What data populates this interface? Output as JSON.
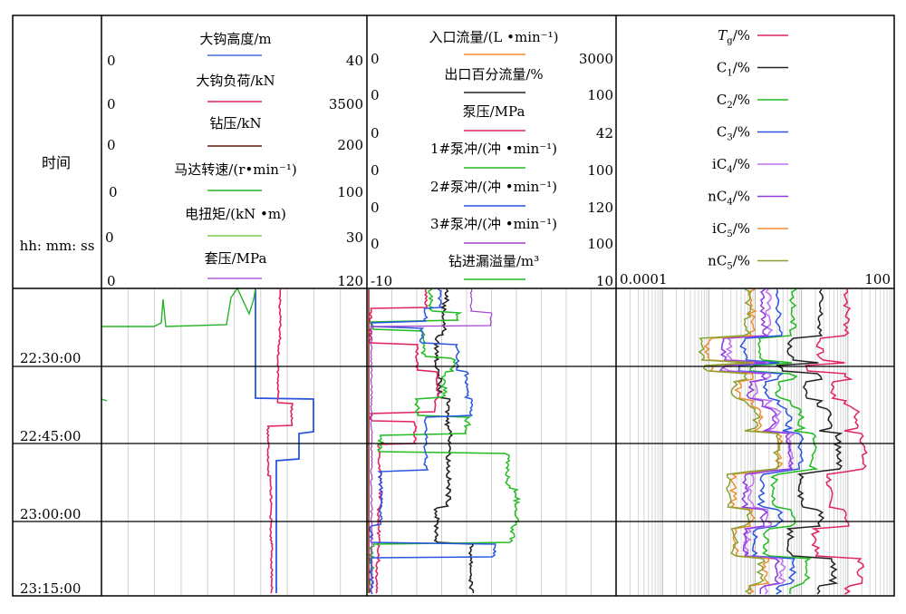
{
  "chart_data": {
    "type": "line",
    "time_column": {
      "title": "时间",
      "unit_label": "hh: mm: ss",
      "ticks": [
        "22:30:00",
        "22:45:00",
        "23:00:00",
        "23:15:00"
      ]
    },
    "tracks": [
      {
        "id": "track1",
        "curves": [
          {
            "label": "大钩高度/m",
            "min": "0",
            "max": "40",
            "color": "#4a6fd8"
          },
          {
            "label": "大钩负荷/kN",
            "min": "0",
            "max": "3500",
            "color": "#e0245e"
          },
          {
            "label": "钻压/kN",
            "min": "0",
            "max": "200",
            "color": "#5c1a0c"
          },
          {
            "label": "马达转速/(r•min⁻¹)",
            "min": "0",
            "max": "100",
            "color": "#27b327"
          },
          {
            "label": "电扭矩/(kN •m)",
            "min": "0",
            "max": "30",
            "color": "#7ccf4a"
          },
          {
            "label": "套压/MPa",
            "min": "0",
            "max": "120",
            "color": "#b45fe0"
          }
        ]
      },
      {
        "id": "track2",
        "curves": [
          {
            "label": "入口流量/(L •min⁻¹)",
            "min": "0",
            "max": "3000",
            "color": "#f08c30"
          },
          {
            "label": "出口百分流量/%",
            "min": "0",
            "max": "100",
            "color": "#222222"
          },
          {
            "label": "泵压/MPa",
            "min": "0",
            "max": "42",
            "color": "#e0245e"
          },
          {
            "label": "1#泵冲/(冲 •min⁻¹)",
            "min": "0",
            "max": "100",
            "color": "#22bb22"
          },
          {
            "label": "2#泵冲/(冲 •min⁻¹)",
            "min": "0",
            "max": "120",
            "color": "#2a55e0"
          },
          {
            "label": "3#泵冲/(冲 •min⁻¹)",
            "min": "0",
            "max": "100",
            "color": "#a040d0"
          },
          {
            "label": "钻进漏溢量/m³",
            "min": "-10",
            "max": "10",
            "color": "#22bb22"
          }
        ]
      },
      {
        "id": "track3",
        "axis": {
          "min": "0.0001",
          "max": "100",
          "scale": "log"
        },
        "curves": [
          {
            "label": "T",
            "sub": "g",
            "suffix": "/%",
            "color": "#e0245e"
          },
          {
            "label": "C",
            "sub": "1",
            "suffix": "/%",
            "color": "#222222"
          },
          {
            "label": "C",
            "sub": "2",
            "suffix": "/%",
            "color": "#22bb22"
          },
          {
            "label": "C",
            "sub": "3",
            "suffix": "/%",
            "color": "#2a55e0"
          },
          {
            "label": "iC",
            "sub": "4",
            "suffix": "/%",
            "color": "#c070f0"
          },
          {
            "label": "nC",
            "sub": "4",
            "suffix": "/%",
            "color": "#8a3ce0"
          },
          {
            "label": "iC",
            "sub": "5",
            "suffix": "/%",
            "color": "#f08c30"
          },
          {
            "label": "nC",
            "sub": "5",
            "suffix": "/%",
            "color": "#8aa030"
          }
        ]
      }
    ]
  }
}
